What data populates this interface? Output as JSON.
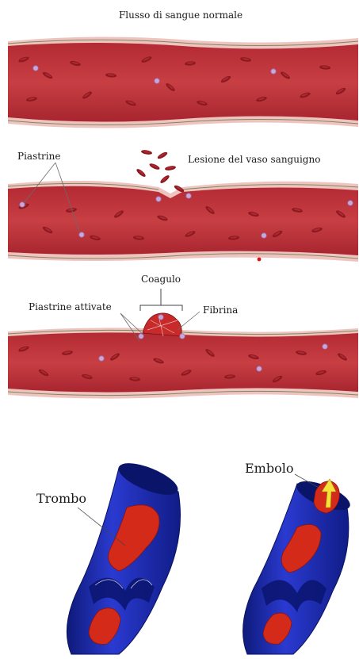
{
  "labels": {
    "normal_flow": "Flusso di sangue normale",
    "platelets": "Piastrine",
    "vessel_injury": "Lesione del vaso sanguigno",
    "clot": "Coagulo",
    "activated_platelets": "Piastrine attivate",
    "fibrin": "Fibrina",
    "thrombus": "Trombo",
    "embolus": "Embolo"
  },
  "colors": {
    "vessel_wall": "#e8a9a6",
    "vessel_lumen": "#c0363c",
    "vessel_lumen_dark": "#a82630",
    "red_cell": "#8e1820",
    "platelet": "#c9a6dc",
    "fibrin_strand": "#7d8a5a",
    "vein_blue": "#1f2fb8",
    "vein_blue_dark": "#121d7a",
    "clot_red": "#d42a1a",
    "arrow_yellow": "#f5e13a"
  }
}
